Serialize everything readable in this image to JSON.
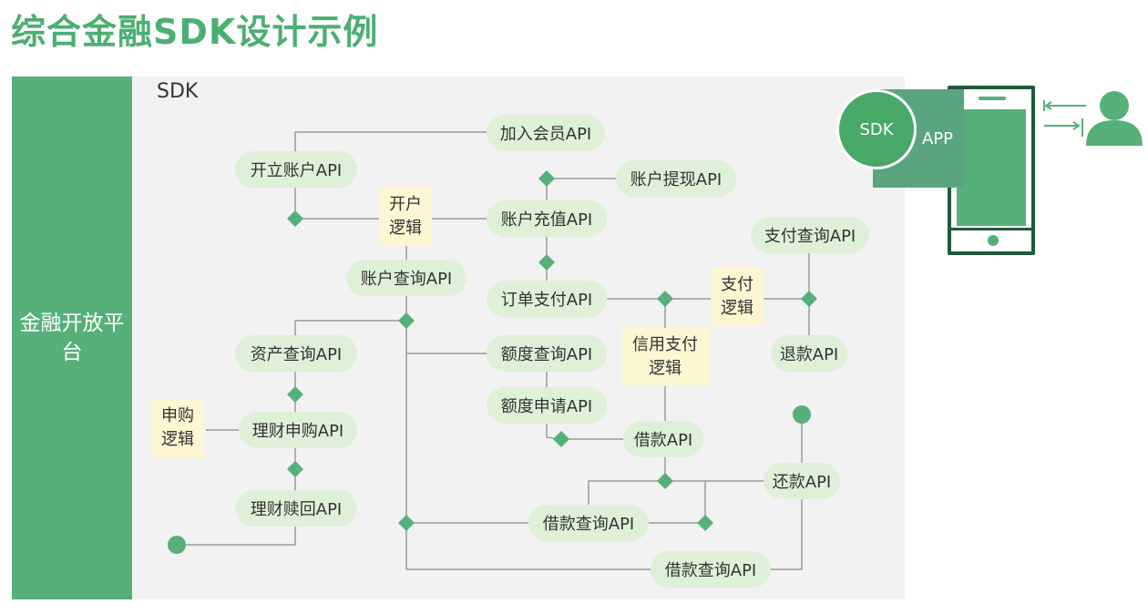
{
  "title": "综合金融SDK设计示例",
  "platform": {
    "label": "金融开放平台"
  },
  "sdk": {
    "label": "SDK"
  },
  "apis": {
    "join_member": "加入会员API",
    "open_account": "开立账户API",
    "withdraw": "账户提现API",
    "recharge": "账户充值API",
    "pay_query": "支付查询API",
    "account_query": "账户查询API",
    "order_pay": "订单支付API",
    "refund": "退款API",
    "asset_query": "资产查询API",
    "quota_query": "额度查询API",
    "quota_apply": "额度申请API",
    "wealth_purchase": "理财申购API",
    "loan": "借款API",
    "repay": "还款API",
    "wealth_redeem": "理财赎回API",
    "loan_query_1": "借款查询API",
    "loan_query_2": "借款查询API"
  },
  "logic": {
    "open_account": "开户逻辑",
    "pay": "支付逻辑",
    "credit_pay": "信用支付逻辑",
    "purchase": "申购逻辑"
  },
  "client": {
    "sdk_label": "SDK",
    "app_label": "APP"
  },
  "colors": {
    "brand": "#4caf72",
    "node": "#dff0d8",
    "logic": "#fdf6d3",
    "line": "#9a9a9a",
    "diamond": "#57b07a"
  }
}
